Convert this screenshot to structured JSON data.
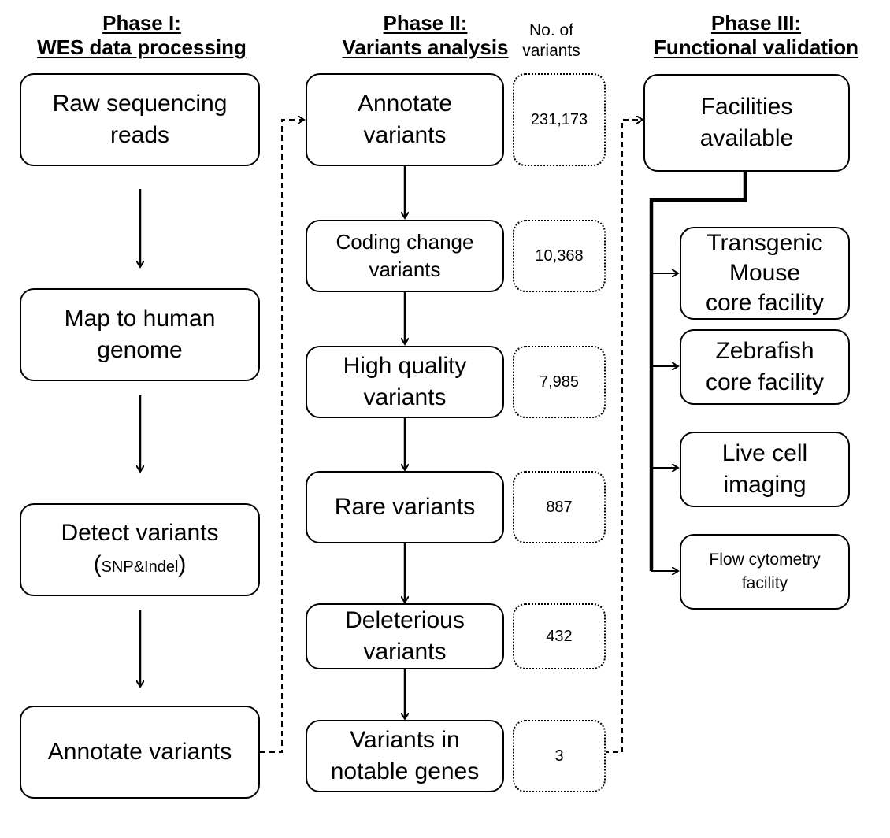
{
  "phase1": {
    "title": "Phase I:",
    "subtitle": "WES data processing",
    "steps": [
      "Raw sequencing reads",
      "Map to human genome",
      "Detect variants",
      "Annotate variants"
    ],
    "steps_lines": [
      [
        "Raw sequencing",
        "reads"
      ],
      [
        "Map to human",
        "genome"
      ],
      [
        "Detect variants"
      ],
      [
        "Annotate variants"
      ]
    ],
    "detect_sub": "SNP&Indel"
  },
  "phase2": {
    "title": "Phase II:",
    "subtitle": "Variants analysis",
    "count_header": [
      "No. of",
      "variants"
    ],
    "steps": [
      {
        "lines": [
          "Annotate",
          "variants"
        ],
        "count": "231,173"
      },
      {
        "lines": [
          "Coding change",
          "variants"
        ],
        "count": "10,368"
      },
      {
        "lines": [
          "High quality",
          "variants"
        ],
        "count": "7,985"
      },
      {
        "lines": [
          "Rare variants"
        ],
        "count": "887"
      },
      {
        "lines": [
          "Deleterious",
          "variants"
        ],
        "count": "432"
      },
      {
        "lines": [
          "Variants in",
          "notable genes"
        ],
        "count": "3"
      }
    ]
  },
  "phase3": {
    "title": "Phase III:",
    "subtitle": "Functional validation",
    "main": [
      "Facilities",
      "available"
    ],
    "facilities": [
      [
        "Transgenic",
        "Mouse",
        "core facility"
      ],
      [
        "Zebrafish",
        "core facility"
      ],
      [
        "Live cell",
        "imaging"
      ],
      [
        "Flow cytometry",
        "facility"
      ]
    ]
  }
}
